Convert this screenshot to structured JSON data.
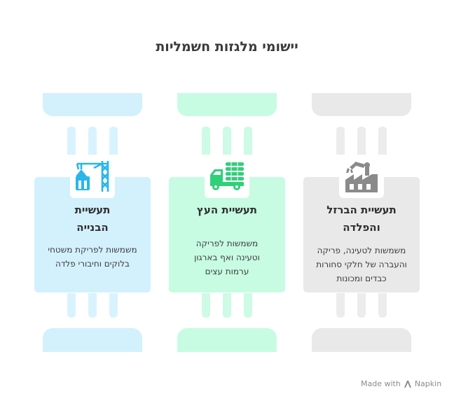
{
  "title": "יישומי מלגזות חשמליות",
  "pillars": [
    {
      "heading_line1": "תעשיית",
      "heading_line2": "הבנייה",
      "description_line1": "משמשות לפריקת משטחי",
      "description_line2": "בלוקים וחיבורי פלדה",
      "icon": "crane-icon",
      "accent": "#29b6e8"
    },
    {
      "heading_line1": "תעשיית העץ",
      "heading_line2": "",
      "description_line1": "משמשות לפריקה",
      "description_line2": "וטעינה ואף בארגון",
      "description_line3": "ערמות עצים",
      "icon": "lumber-truck-icon",
      "accent": "#2fd07a"
    },
    {
      "heading_line1": "תעשיית הברזל",
      "heading_line2": "והפלדה",
      "description_line1": "משמשות לטעינה, פריקה",
      "description_line2": "והעברה של חלקי סחורות",
      "description_line3": "כבדים ומכונות",
      "icon": "factory-robot-arm-icon",
      "accent": "#8a8a8a"
    }
  ],
  "footer": {
    "made_with": "Made with",
    "brand": "Napkin"
  }
}
